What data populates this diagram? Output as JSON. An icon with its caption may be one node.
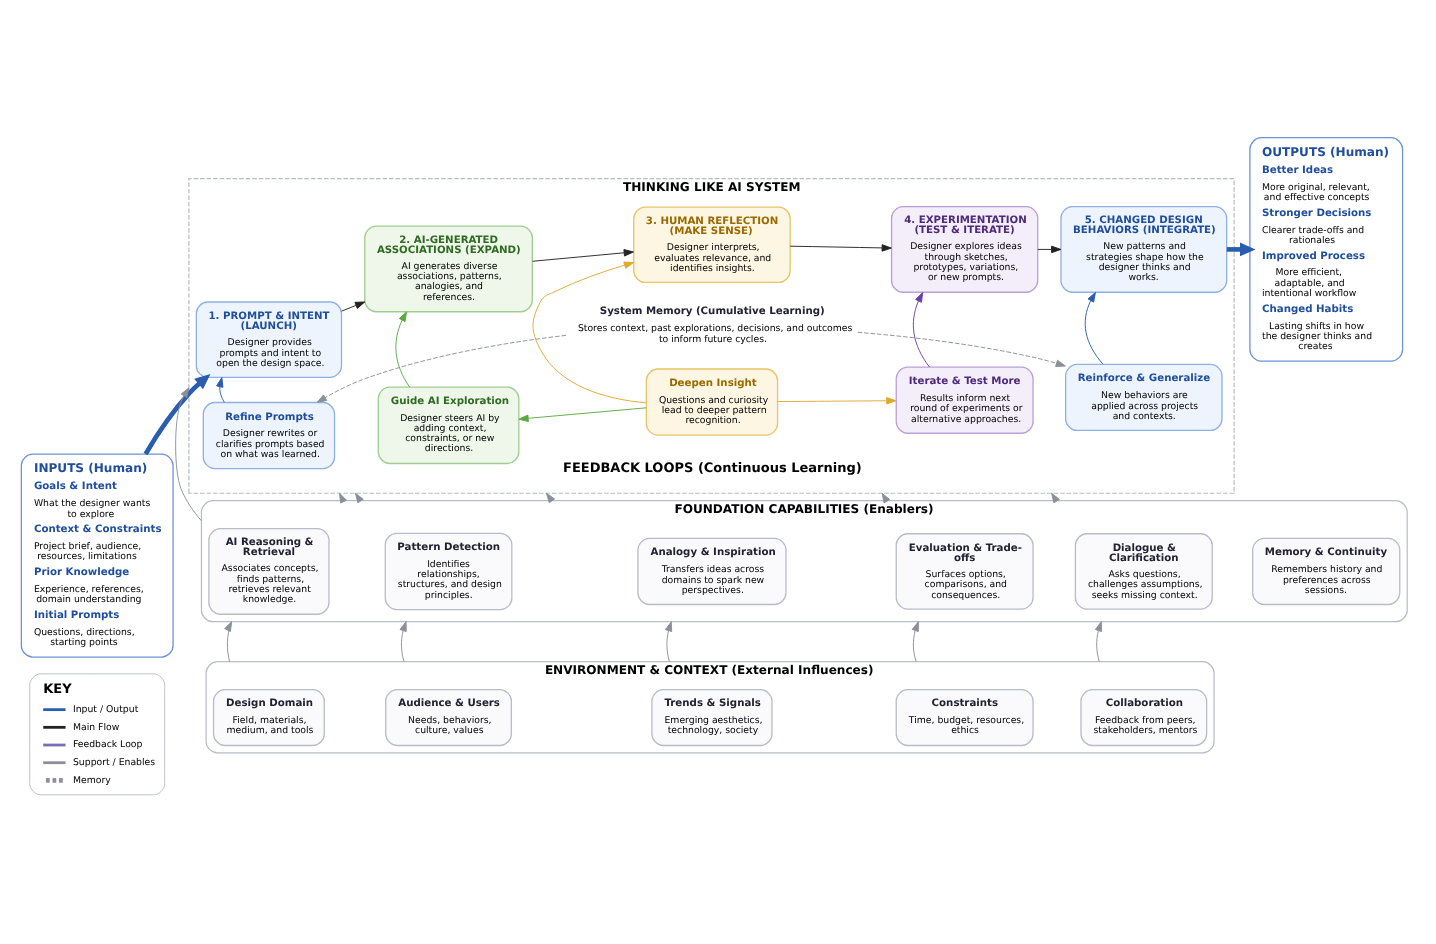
{
  "diagram": {
    "nodes": [
      {
        "text": [
          "INPUTS (Human)",
          "Goals & Intent",
          "What the designer wants to explore",
          "Context & Constraints",
          "Project brief, audience, resources, limitations",
          "Prior Knowledge",
          "Experience, references, domain understanding",
          "Initial Prompts",
          "Questions, directions, starting points"
        ]
      },
      {
        "text": [
          "THINKING LIKE AI SYSTEM"
        ]
      },
      {
        "text": [
          "1. PROMPT & INTENT (LAUNCH)",
          "Designer provides prompts and intent to open the design space."
        ],
        "in": 1
      },
      {
        "text": [
          "2. AI-GENERATED ASSOCIATIONS (EXPAND)",
          "AI generates diverse associations, patterns, analogies, and references."
        ],
        "in": 1
      },
      {
        "text": [
          "3. HUMAN REFLECTION (MAKE SENSE)",
          "Designer interprets, evaluates relevance, and identifies insights."
        ],
        "in": 1
      },
      {
        "text": [
          "4. EXPERIMENTATION (TEST & ITERATE)",
          "Designer explores ideas through sketches, prototypes, variations, or new prompts."
        ],
        "in": 1
      },
      {
        "text": [
          "5. CHANGED DESIGN BEHAVIORS (INTEGRATE)",
          "New patterns and strategies shape how the designer thinks and works."
        ],
        "in": 1
      },
      {
        "text": [
          "Refine Prompts",
          "Designer rewrites or clarifies prompts based on what was learned."
        ],
        "in": 1
      },
      {
        "text": [
          "Guide AI Exploration",
          "Designer steers AI by adding context, constraints, or new directions."
        ],
        "in": 1
      },
      {
        "text": [
          "Deepen Insight",
          "Questions and curiosity lead to deeper pattern recognition."
        ],
        "in": 1
      },
      {
        "text": [
          "Iterate & Test More",
          "Results inform next round of experiments or alternative approaches."
        ],
        "in": 1
      },
      {
        "text": [
          "Reinforce & Generalize",
          "New behaviors are applied across projects and contexts."
        ],
        "in": 1
      },
      {
        "text": [
          "System Memory (Cumulative Learning)",
          "Stores context, past explorations, decisions, and outcomes to inform future cycles."
        ],
        "in": 1
      },
      {
        "text": [
          "OUTPUTS (Human)",
          "Better Ideas",
          "More original, relevant, and effective concepts",
          "Stronger Decisions",
          "Clearer trade-offs and rationales",
          "Improved Process",
          "More efficient, adaptable, and intentional workflow",
          "Changed Habits",
          "Lasting shifts in how the designer thinks and creates"
        ]
      },
      {
        "text": [
          "FOUNDATION CAPABILITIES (Enablers)"
        ]
      },
      {
        "text": [
          "AI Reasoning & Retrieval",
          "Associates concepts, finds patterns, retrieves relevant knowledge."
        ],
        "in": 14
      },
      {
        "text": [
          "Pattern Detection",
          "Identifies relationships, structures, and design principles."
        ],
        "in": 14
      },
      {
        "text": [
          "Analogy & Inspiration",
          "Transfers ideas across domains to spark new perspectives."
        ],
        "in": 14
      },
      {
        "text": [
          "Evaluation & Trade-offs",
          "Surfaces options, comparisons, and consequences."
        ],
        "in": 14
      },
      {
        "text": [
          "Dialogue & Clarification",
          "Asks questions, challenges assumptions, seeks missing context."
        ],
        "in": 14
      },
      {
        "text": [
          "Memory & Continuity",
          "Remembers history and preferences across sessions."
        ],
        "in": 14
      },
      {
        "text": [
          "ENVIRONMENT & CONTEXT (External Influences)"
        ]
      },
      {
        "text": [
          "Design Domain",
          "Field, materials, medium, and tools"
        ],
        "in": 21
      },
      {
        "text": [
          "Audience & Users",
          "Needs, behaviors, culture, values"
        ],
        "in": 21
      },
      {
        "text": [
          "Trends & Signals",
          "Emerging aesthetics, technology, society"
        ],
        "in": 21
      },
      {
        "text": [
          "Constraints",
          "Time, budget, resources, ethics"
        ],
        "in": 21
      },
      {
        "text": [
          "Collaboration",
          "Feedback from peers, stakeholders, mentors"
        ],
        "in": 21
      }
    ],
    "edges": [
      {
        "from": 0,
        "to": 2,
        "arrow": "to",
        "style": "thick",
        "color": "#2a5db0"
      },
      {
        "from": 2,
        "to": 3,
        "arrow": "to",
        "color": "#222222"
      },
      {
        "from": 3,
        "to": 4,
        "arrow": "to",
        "color": "#222222"
      },
      {
        "from": 4,
        "to": 5,
        "arrow": "to",
        "color": "#222222"
      },
      {
        "from": 5,
        "to": 6,
        "arrow": "to",
        "color": "#222222"
      },
      {
        "from": 6,
        "to": 13,
        "arrow": "to",
        "style": "thick",
        "color": "#2a5db0"
      },
      {
        "from": 7,
        "to": 2,
        "arrow": "to",
        "color": "#2a5db0"
      },
      {
        "from": 8,
        "to": 3,
        "arrow": "to",
        "color": "#5aa844"
      },
      {
        "from": 9,
        "to": 4,
        "arrow": "to",
        "color": "#e0a92a"
      },
      {
        "from": 10,
        "to": 5,
        "arrow": "to",
        "color": "#6b3f9e"
      },
      {
        "from": 11,
        "to": 6,
        "arrow": "to",
        "color": "#2a5db0"
      },
      {
        "from": 9,
        "to": 8,
        "arrow": "to",
        "color": "#5aa844"
      },
      {
        "from": 9,
        "to": 10,
        "arrow": "to",
        "color": "#e0a92a"
      },
      {
        "from": 12,
        "to": 7,
        "arrow": "to",
        "style": "dashed"
      },
      {
        "from": 12,
        "to": 11,
        "arrow": "to",
        "style": "dashed"
      },
      {
        "from": 14,
        "to": 1,
        "arrow": "to"
      },
      {
        "from": 14,
        "to": 1,
        "arrow": "to"
      },
      {
        "from": 14,
        "to": 1,
        "arrow": "to"
      },
      {
        "from": 14,
        "to": 1,
        "arrow": "to"
      },
      {
        "from": 14,
        "to": 1,
        "arrow": "to"
      },
      {
        "from": 14,
        "to": 1,
        "arrow": "to"
      },
      {
        "from": 21,
        "to": 14,
        "arrow": "to"
      },
      {
        "from": 21,
        "to": 14,
        "arrow": "to"
      },
      {
        "from": 21,
        "to": 14,
        "arrow": "to"
      },
      {
        "from": 21,
        "to": 14,
        "arrow": "to"
      },
      {
        "from": 21,
        "to": 14,
        "arrow": "to"
      }
    ],
    "labels": [
      "FEEDBACK LOOPS (Continuous Learning)",
      "KEY"
    ],
    "legend": [
      {
        "text": "Input / Output"
      },
      {
        "text": "Main Flow"
      },
      {
        "text": "Feedback Loop"
      },
      {
        "text": "Support / Enables"
      },
      {
        "text": "Memory"
      }
    ]
  }
}
